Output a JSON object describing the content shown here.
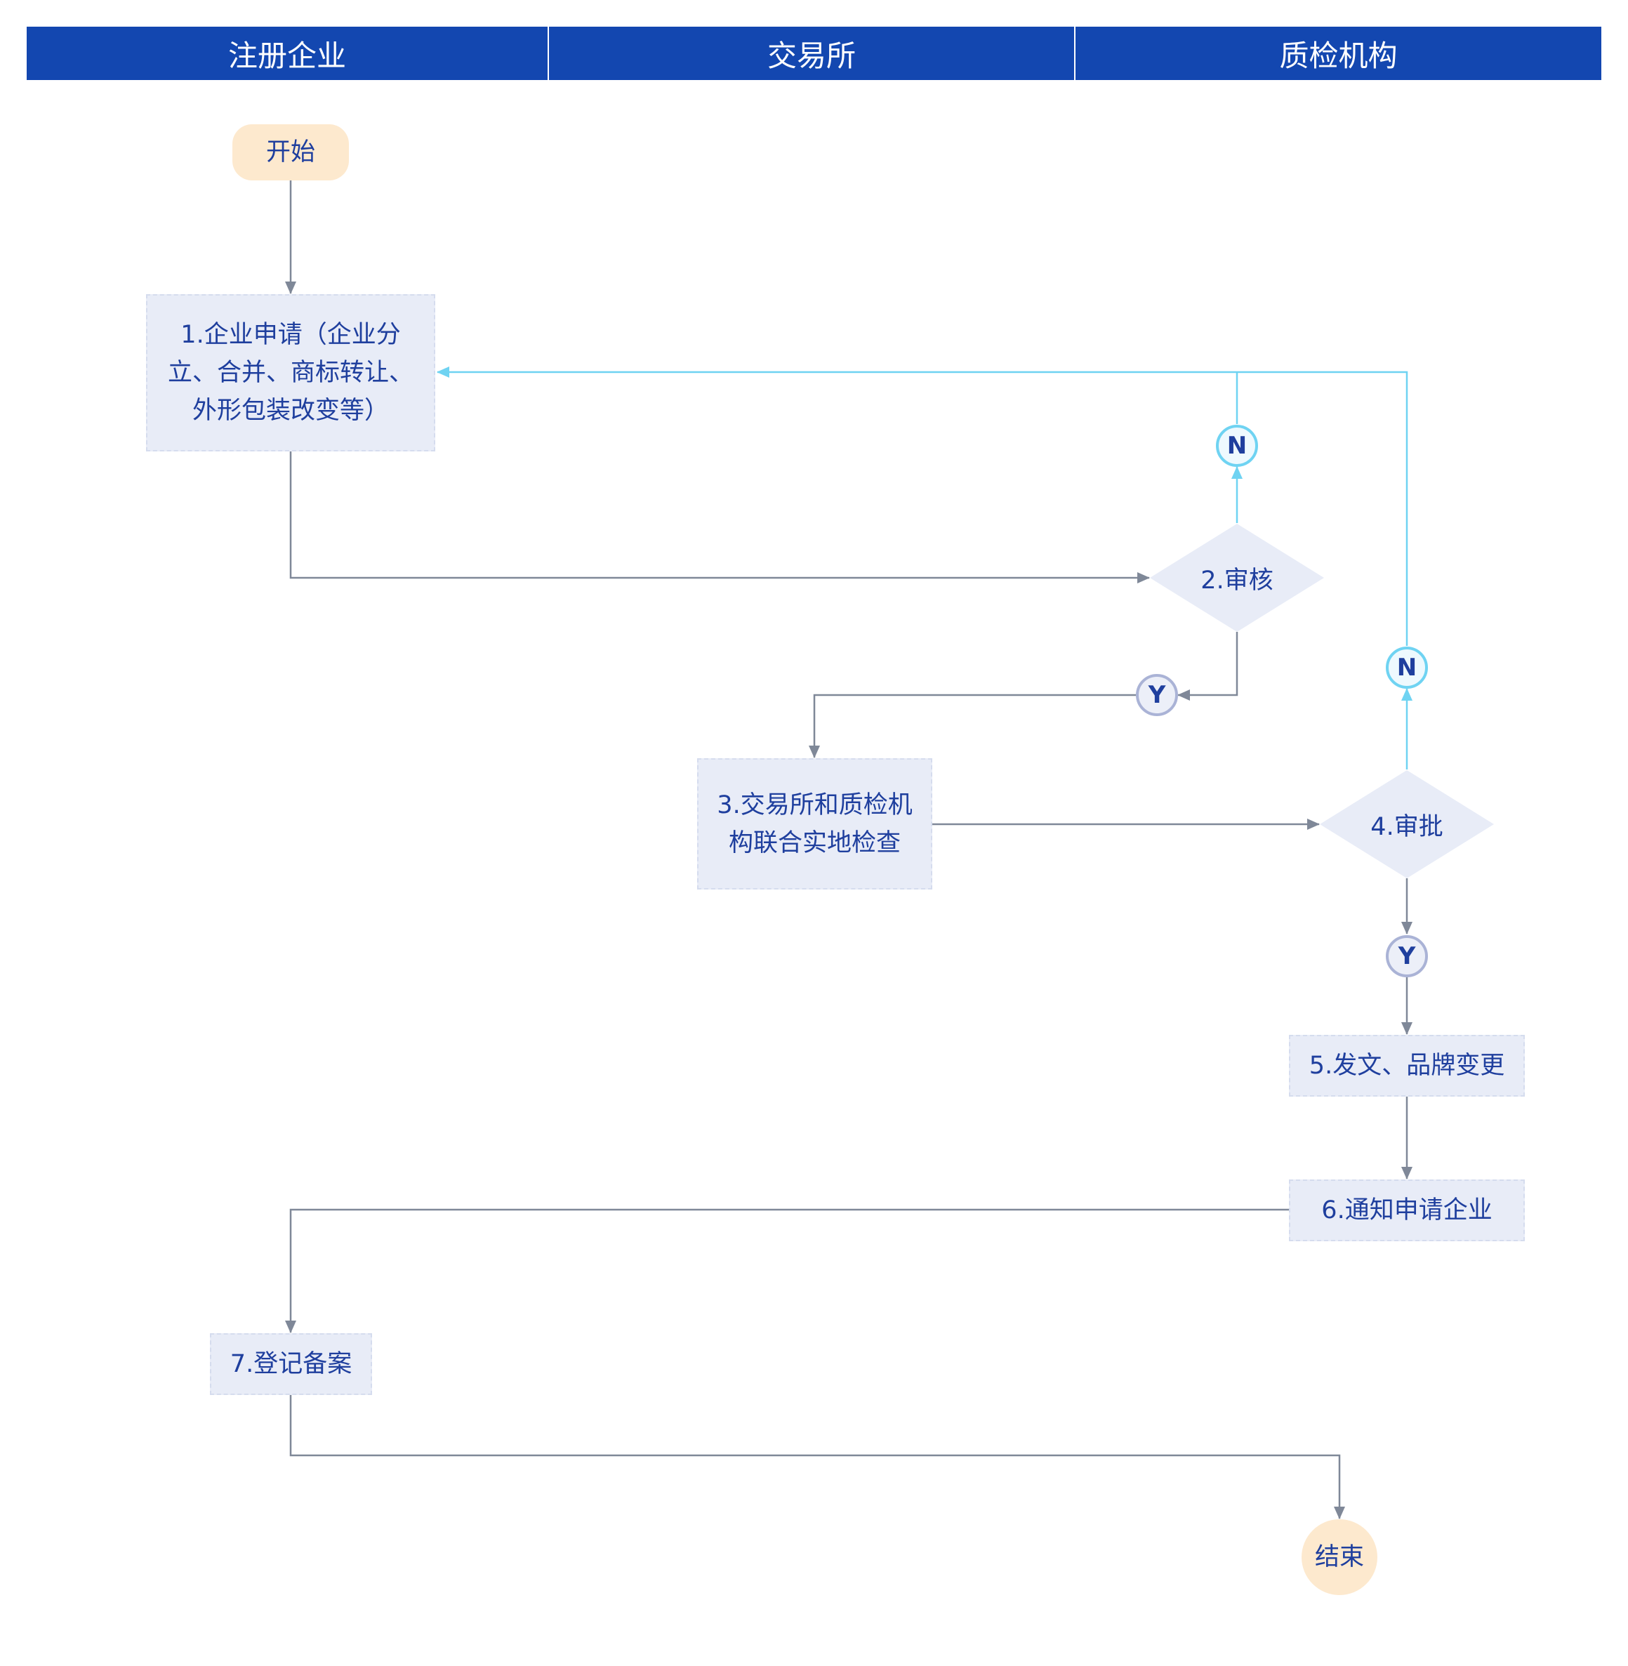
{
  "lanes": [
    "注册企业",
    "交易所",
    "质检机构"
  ],
  "nodes": {
    "start": "开始",
    "step1": "1.企业申请（企业分立、合并、商标转让、外形包装改变等）",
    "step2": "2.审核",
    "step3": "3.交易所和质检机构联合实地检查",
    "step4": "4.审批",
    "step5": "5.发文、品牌变更",
    "step6": "6.通知申请企业",
    "step7": "7.登记备案",
    "end": "结束"
  },
  "decisions": {
    "no": "N",
    "yes": "Y"
  },
  "colors": {
    "header": "#1347b0",
    "node_fill": "#e8ecf7",
    "terminal_fill": "#fde9ce",
    "main_edge": "#7f8898",
    "reject_edge": "#6fd3f2",
    "text": "#1f3f9e"
  }
}
